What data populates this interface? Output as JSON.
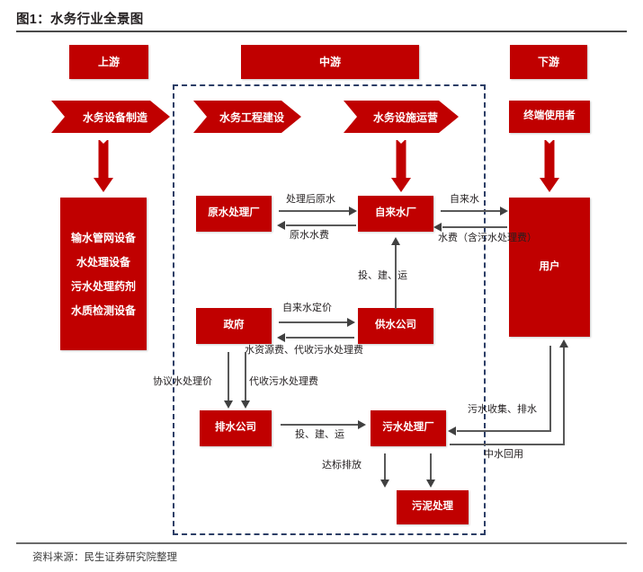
{
  "figure": {
    "title": "图1：水务行业全景图",
    "source": "资料来源：民生证券研究院整理",
    "accent_color": "#C00000",
    "dashed_border_color": "#2c3e66",
    "connector_color": "#595959"
  },
  "headers": {
    "upstream": "上游",
    "midstream": "中游",
    "downstream": "下游"
  },
  "banners": {
    "equipment_manufacturing": "水务设备制造",
    "engineering_construction": "水务工程建设",
    "facility_operation": "水务设施运营",
    "end_user": "终端使用者"
  },
  "upstream_products": {
    "items": [
      "输水管网设备",
      "水处理设备",
      "污水处理药剂",
      "水质检测设备"
    ]
  },
  "nodes": {
    "raw_water_plant": "原水处理厂",
    "tap_water_plant": "自来水厂",
    "government": "政府",
    "water_supply_company": "供水公司",
    "drainage_company": "排水公司",
    "sewage_plant": "污水处理厂",
    "sludge_treatment": "污泥处理",
    "user": "用户"
  },
  "flow_labels": {
    "treated_raw_water": "处理后原水",
    "raw_water_fee": "原水水费",
    "tap_water": "自来水",
    "water_fee_incl_sewage": "水费（含污水处理费）",
    "invest_build_operate_supply": "投、建、运",
    "tap_water_pricing": "自来水定价",
    "resource_fee_and_collect": "水资源费、代收污水处理费",
    "agreed_treatment_price": "协议水处理价",
    "collect_sewage_fee": "代收污水处理费",
    "invest_build_operate_drain": "投、建、运",
    "compliant_discharge": "达标排放",
    "sewage_collection_drainage": "污水收集、排水",
    "reclaimed_water_reuse": "中水回用"
  }
}
